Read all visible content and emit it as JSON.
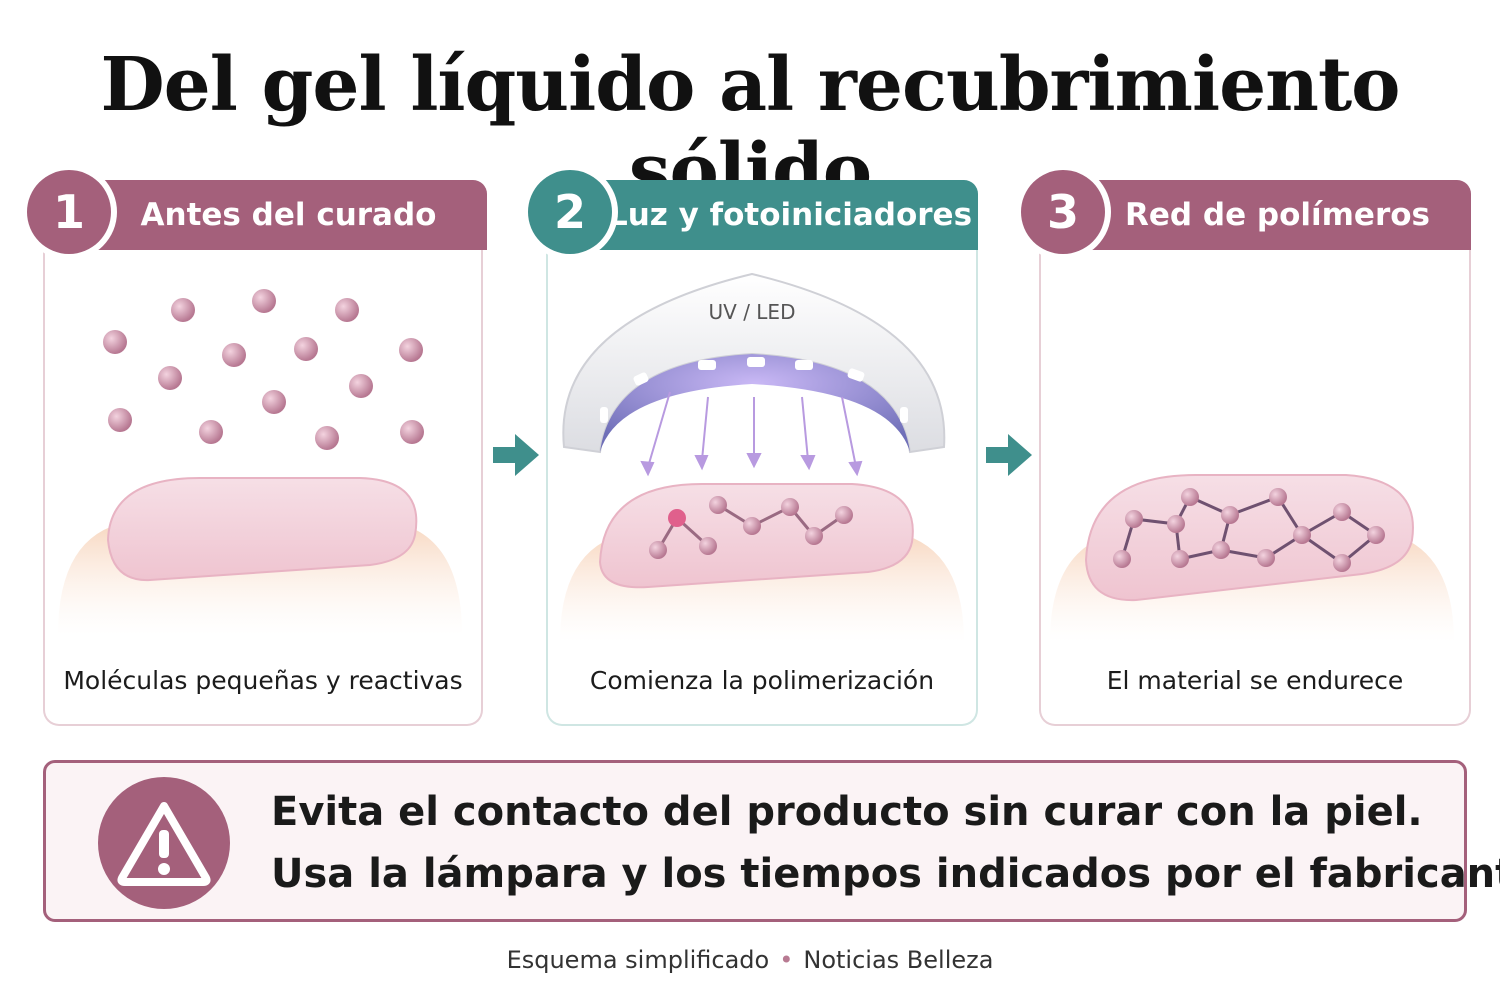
{
  "title": "Del gel líquido al recubrimiento sólido",
  "colors": {
    "mauve": "#a4607b",
    "teal": "#3f8f8c",
    "nail": "#f2cfd8",
    "molecule": "#c98aa2",
    "skin": "#f8d9c3"
  },
  "steps": [
    {
      "number": "1",
      "heading": "Antes del curado",
      "caption": "Moléculas pequeñas y reactivas",
      "color": "mauve"
    },
    {
      "number": "2",
      "heading": "Luz y fotoiniciadores",
      "caption": "Comienza la polimerización",
      "color": "teal",
      "lamp_label": "UV / LED"
    },
    {
      "number": "3",
      "heading": "Red de polímeros",
      "caption": "El material se endurece",
      "color": "mauve"
    }
  ],
  "warning": {
    "icon": "warning-triangle-icon",
    "line1": "Evita el contacto del producto sin curar con la piel.",
    "line2": "Usa la lámpara y los tiempos indicados por el fabricante."
  },
  "footer": {
    "left": "Esquema simplificado",
    "separator": "•",
    "right": "Noticias Belleza"
  }
}
